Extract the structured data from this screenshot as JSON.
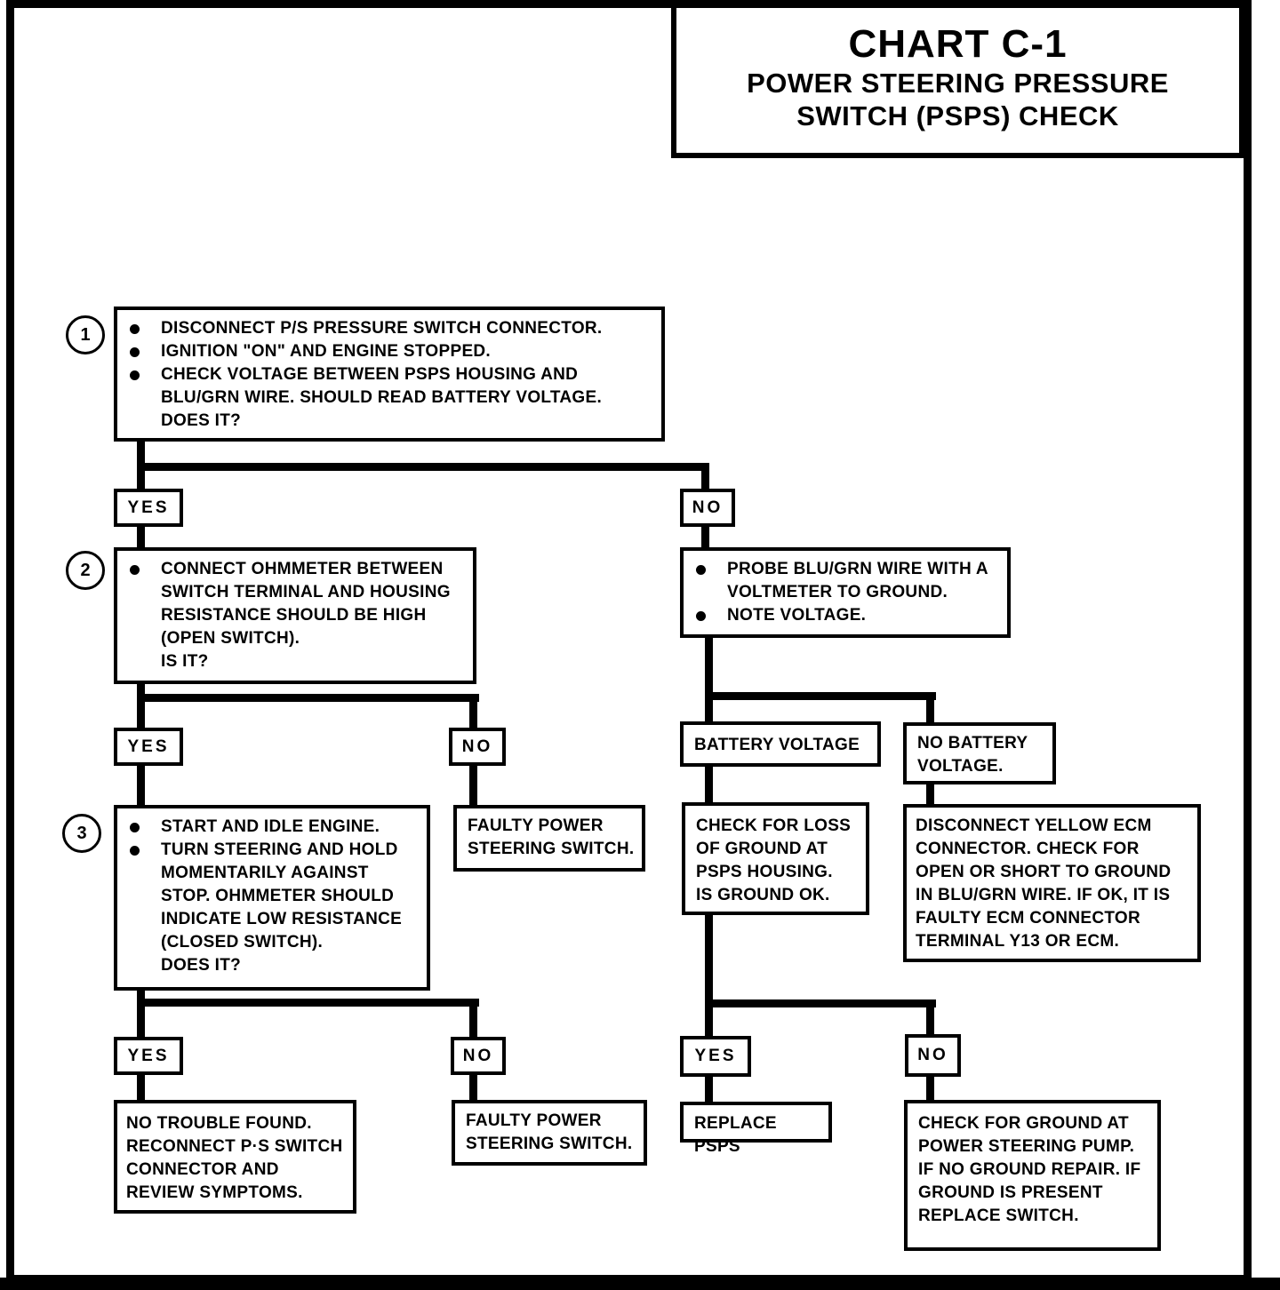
{
  "title": {
    "chart_id": "CHART C-1",
    "subtitle_line1": "POWER STEERING PRESSURE",
    "subtitle_line2": "SWITCH (PSPS) CHECK"
  },
  "labels": {
    "yes": "YES",
    "no": "NO"
  },
  "steps": {
    "step1": {
      "number": "1",
      "bullets": [
        "DISCONNECT P/S PRESSURE SWITCH CONNECTOR.",
        "IGNITION \"ON\" AND ENGINE STOPPED.",
        "CHECK VOLTAGE BETWEEN PSPS HOUSING AND\nBLU/GRN WIRE.  SHOULD READ BATTERY VOLTAGE.\nDOES IT?"
      ]
    },
    "step2": {
      "number": "2",
      "bullets": [
        "CONNECT OHMMETER BETWEEN\nSWITCH TERMINAL AND HOUSING\nRESISTANCE SHOULD BE HIGH\n(OPEN SWITCH).\nIS IT?"
      ]
    },
    "step3": {
      "number": "3",
      "bullets": [
        "START AND IDLE ENGINE.",
        "TURN STEERING AND HOLD\nMOMENTARILY AGAINST\nSTOP.  OHMMETER SHOULD\nINDICATE LOW RESISTANCE\n(CLOSED SWITCH).\nDOES IT?"
      ]
    },
    "probe": {
      "bullets": [
        "PROBE BLU/GRN WIRE WITH A\nVOLTMETER TO GROUND.",
        "NOTE VOLTAGE."
      ]
    }
  },
  "outcomes": {
    "battery_voltage": "BATTERY VOLTAGE",
    "no_battery_voltage": "NO BATTERY\nVOLTAGE.",
    "check_loss_of_ground": "CHECK FOR LOSS\nOF GROUND AT\nPSPS HOUSING.\nIS GROUND OK.",
    "disconnect_ecm": "DISCONNECT YELLOW ECM\nCONNECTOR. CHECK FOR\nOPEN OR SHORT TO GROUND\nIN BLU/GRN WIRE.  IF OK, IT IS\nFAULTY ECM CONNECTOR\nTERMINAL Y13 OR ECM.",
    "faulty_switch_upper": "FAULTY POWER\nSTEERING SWITCH.",
    "no_trouble_found": "NO TROUBLE FOUND.\nRECONNECT P·S SWITCH\nCONNECTOR AND\nREVIEW SYMPTOMS.",
    "faulty_switch_lower": "FAULTY POWER\nSTEERING SWITCH.",
    "replace_psps": "REPLACE PSPS",
    "check_ground_pump": "CHECK FOR GROUND AT\nPOWER STEERING PUMP.\nIF NO GROUND REPAIR.  IF\nGROUND IS PRESENT\nREPLACE SWITCH."
  }
}
